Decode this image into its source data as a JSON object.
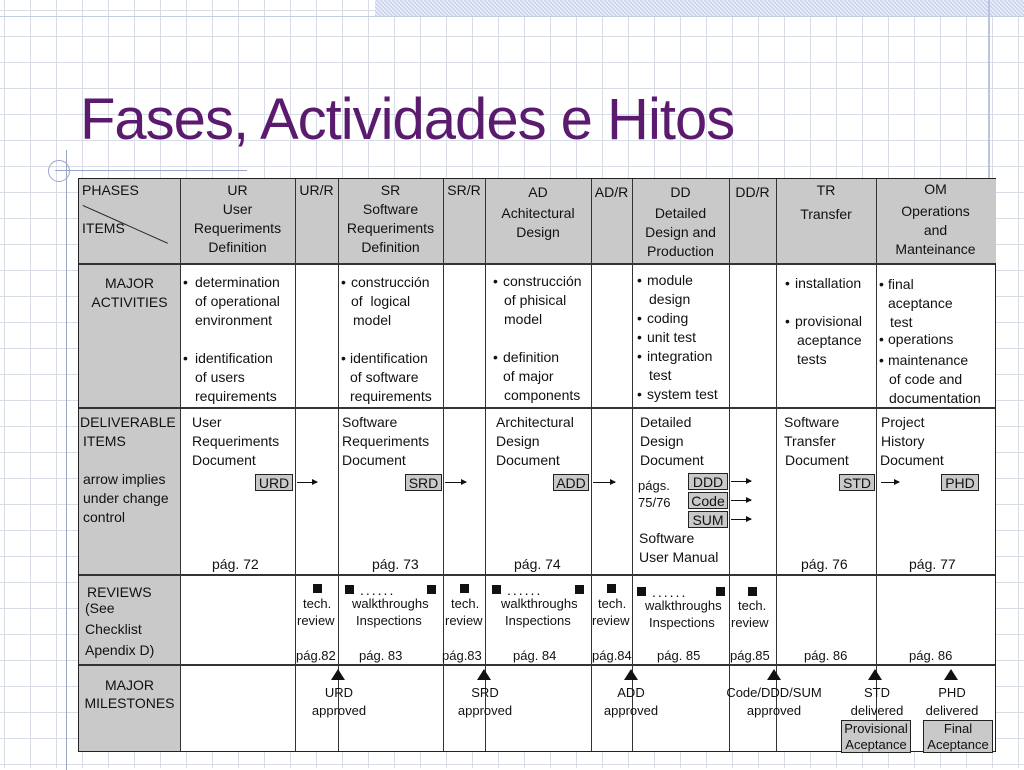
{
  "title": "Fases, Actividades e Hitos",
  "header": {
    "phases": "PHASES",
    "items": "ITEMS",
    "ur": [
      "UR",
      "User",
      "Requeriments",
      "Definition"
    ],
    "urr": "UR/R",
    "sr": [
      "SR",
      "Software",
      "Requeriments",
      "Definition"
    ],
    "srr": "SR/R",
    "ad": [
      "AD",
      "Achitectural",
      "Design"
    ],
    "adr": "AD/R",
    "dd": [
      "DD",
      "Detailed",
      "Design and",
      "Production"
    ],
    "ddr": "DD/R",
    "tr": [
      "TR",
      "Transfer"
    ],
    "om": [
      "OM",
      "Operations",
      "and",
      "Manteinance"
    ]
  },
  "activities": {
    "label": [
      "MAJOR",
      "ACTIVITIES"
    ],
    "ur": [
      "determination",
      "of operational",
      "environment",
      "",
      "identification",
      "of users",
      "requirements"
    ],
    "sr": [
      "construcción",
      "of  logical",
      "model",
      "",
      "identification",
      "of software",
      "requirements"
    ],
    "ad": [
      "construcción",
      "of phisical",
      "model",
      "",
      "definition",
      "of major",
      "components"
    ],
    "dd": [
      "module",
      "design",
      "coding",
      "unit test",
      "integration",
      "test",
      "system test"
    ],
    "tr": [
      "installation",
      "",
      "provisional",
      "aceptance",
      "tests"
    ],
    "om": [
      "final",
      "aceptance",
      "test",
      "operations",
      "maintenance",
      "of code and",
      "documentation"
    ]
  },
  "deliverables": {
    "label": [
      "DELIVERABLE",
      "ITEMS",
      "",
      "arrow implies",
      "under change",
      "control"
    ],
    "ur": [
      "User",
      "Requeriments",
      "Document"
    ],
    "ur_box": "URD",
    "ur_page": "pág. 72",
    "sr": [
      "Software",
      "Requeriments",
      "Document"
    ],
    "sr_box": "SRD",
    "sr_page": "pág. 73",
    "ad": [
      "Architectural",
      "Design",
      "Document"
    ],
    "ad_box": "ADD",
    "ad_page": "pág. 74",
    "dd": [
      "Detailed",
      "Design",
      "Document"
    ],
    "dd_pages": [
      "págs.",
      "75/76"
    ],
    "dd_boxes": [
      "DDD",
      "Code",
      "SUM"
    ],
    "dd_manual": [
      "Software",
      "User Manual"
    ],
    "tr": [
      "Software",
      "Transfer",
      "Document"
    ],
    "tr_box": "STD",
    "tr_page": "pág. 76",
    "om": [
      "Project",
      "History",
      "Document"
    ],
    "om_box": "PHD",
    "om_page": "pág. 77"
  },
  "reviews": {
    "label": [
      "REVIEWS",
      "(See",
      "Checklist",
      "Apendix D)"
    ],
    "tech": [
      "tech.",
      "review"
    ],
    "walk": [
      "walkthroughs",
      "Inspections"
    ],
    "pages": [
      "pág.82",
      "pág. 83",
      "pág.83",
      "pág. 84",
      "pág.84",
      "pág. 85",
      "pág.85",
      "pág. 86",
      "pág. 86"
    ]
  },
  "milestones": {
    "label": [
      "MAJOR",
      "MILESTONES"
    ],
    "items": [
      [
        "URD",
        "approved"
      ],
      [
        "SRD",
        "approved"
      ],
      [
        "ADD",
        "approved"
      ],
      [
        "Code/DDD/SUM",
        "approved"
      ],
      [
        "STD",
        "delivered"
      ],
      [
        "PHD",
        "delivered"
      ]
    ],
    "provisional": [
      "Provisional",
      "Aceptance"
    ],
    "final": [
      "Final",
      "Aceptance"
    ]
  }
}
